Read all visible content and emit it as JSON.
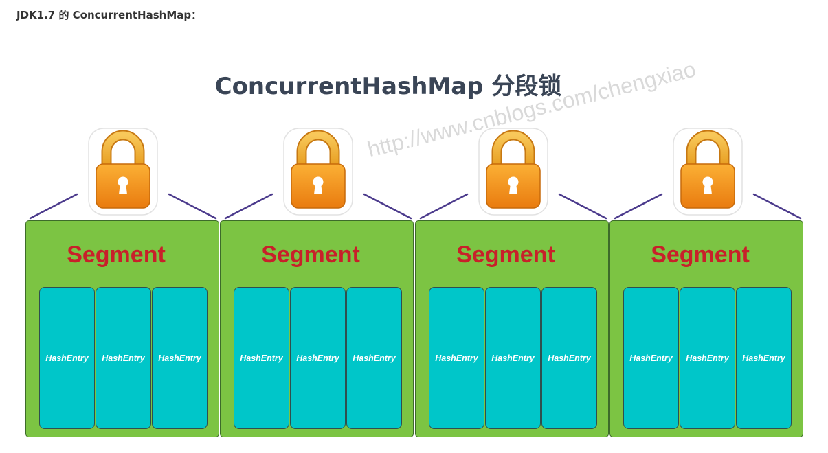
{
  "page_heading": "JDK1.7 的 ConcurrentHashMap：",
  "diagram_title": "ConcurrentHashMap 分段锁",
  "watermark": "http://www.cnblogs.com/chengxiao",
  "colors": {
    "segment_fill": "#7cc443",
    "segment_label": "#c8202a",
    "entry_fill": "#00c6c9",
    "lock_body": "#f39c12",
    "connector": "#4b3a8c"
  },
  "segments": [
    {
      "label": "Segment",
      "icon": "lock-icon",
      "entries": [
        "HashEntry",
        "HashEntry",
        "HashEntry"
      ]
    },
    {
      "label": "Segment",
      "icon": "lock-icon",
      "entries": [
        "HashEntry",
        "HashEntry",
        "HashEntry"
      ]
    },
    {
      "label": "Segment",
      "icon": "lock-icon",
      "entries": [
        "HashEntry",
        "HashEntry",
        "HashEntry"
      ]
    },
    {
      "label": "Segment",
      "icon": "lock-icon",
      "entries": [
        "HashEntry",
        "HashEntry",
        "HashEntry"
      ]
    }
  ]
}
